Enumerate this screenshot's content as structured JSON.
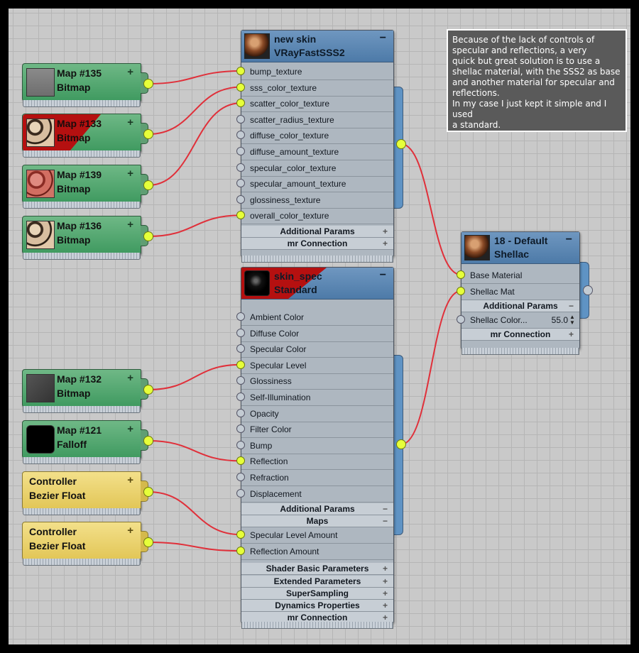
{
  "maps": [
    {
      "id": "map135",
      "title": "Map #135",
      "type": "Bitmap",
      "thumb": "gray-bitmap",
      "red": false
    },
    {
      "id": "map133",
      "title": "Map #133",
      "type": "Bitmap",
      "thumb": "skin-texture",
      "red": true
    },
    {
      "id": "map139",
      "title": "Map #139",
      "type": "Bitmap",
      "thumb": "red-skin-texture",
      "red": false
    },
    {
      "id": "map136",
      "title": "Map #136",
      "type": "Bitmap",
      "thumb": "skin-texture",
      "red": false
    },
    {
      "id": "map132",
      "title": "Map #132",
      "type": "Bitmap",
      "thumb": "dark-bitmap",
      "red": false
    },
    {
      "id": "map121",
      "title": "Map #121",
      "type": "Falloff",
      "thumb": "black-falloff",
      "red": false
    }
  ],
  "controllers": [
    {
      "title": "Controller",
      "type": "Bezier Float"
    },
    {
      "title": "Controller",
      "type": "Bezier Float"
    }
  ],
  "new_skin": {
    "name": "new skin",
    "type": "VRayFastSSS2",
    "slots": [
      "bump_texture",
      "sss_color_texture",
      "scatter_color_texture",
      "scatter_radius_texture",
      "diffuse_color_texture",
      "diffuse_amount_texture",
      "specular_color_texture",
      "specular_amount_texture",
      "glossiness_texture",
      "overall_color_texture"
    ],
    "sections": [
      "Additional Params",
      "mr Connection"
    ]
  },
  "skin_spec": {
    "name": "skin_spec",
    "type": "Standard",
    "slots": [
      "Ambient Color",
      "Diffuse Color",
      "Specular Color",
      "Specular Level",
      "Glossiness",
      "Self-Illumination",
      "Opacity",
      "Filter Color",
      "Bump",
      "Reflection",
      "Refraction",
      "Displacement"
    ],
    "sections_top": [
      "Additional Params",
      "Maps"
    ],
    "map_slots": [
      "Specular Level Amount",
      "Reflection Amount"
    ],
    "sections_bottom": [
      "Shader Basic Parameters",
      "Extended Parameters",
      "SuperSampling",
      "Dynamics Properties",
      "mr Connection"
    ]
  },
  "shellac": {
    "name": "18 - Default",
    "type": "Shellac",
    "slots": [
      "Base Material",
      "Shellac Mat"
    ],
    "sections": [
      "Additional Params",
      "mr Connection"
    ],
    "param_label": "Shellac Color...",
    "param_value": "55.0"
  },
  "note": {
    "text": "Because of the lack of controls of\nspecular and reflections, a very\nquick but great solution is to use a\nshellac material, with the SSS2 as base\nand another material for specular and\nreflections.\nIn my case I just kept it simple and I used\na standard."
  },
  "symbols": {
    "plus": "+",
    "minus": "−"
  },
  "colors": {
    "wire": "#e0303a",
    "socket_on": "#e6ff3a",
    "map_node": "#4fa66a",
    "controller_node": "#e8cf6a",
    "material_header": "#5a86b3",
    "note_bg": "#5a5a5a"
  }
}
